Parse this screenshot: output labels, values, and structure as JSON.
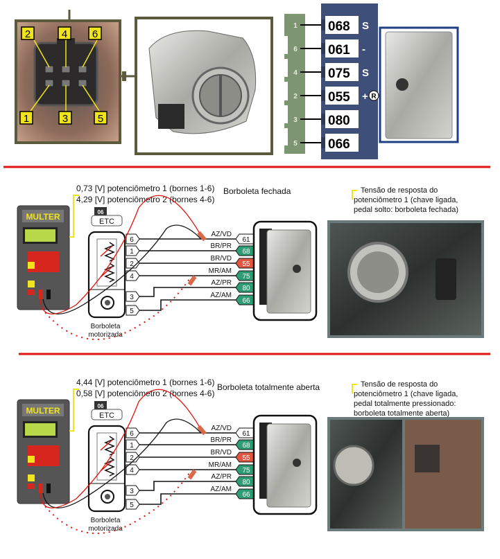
{
  "top": {
    "connector_pins": [
      {
        "label": "2"
      },
      {
        "label": "4"
      },
      {
        "label": "6"
      },
      {
        "label": "1"
      },
      {
        "label": "3"
      },
      {
        "label": "5"
      }
    ],
    "pin_table": [
      {
        "pin": "1",
        "code": "068",
        "sign": "S"
      },
      {
        "pin": "6",
        "code": "061",
        "sign": "-"
      },
      {
        "pin": "4",
        "code": "075",
        "sign": "S"
      },
      {
        "pin": "2",
        "code": "055",
        "sign": "+",
        "badge": "R"
      },
      {
        "pin": "3",
        "code": "080",
        "sign": ""
      },
      {
        "pin": "5",
        "code": "066",
        "sign": ""
      }
    ]
  },
  "sections": [
    {
      "meter_brand": "MULTER",
      "reading_1": "0,73 [V] potenciômetro 1 (bornes 1-6)",
      "reading_2": "4,29 [V] potenciômetro 2 (bornes 4-6)",
      "state": "Borboleta fechada",
      "etc_tab": "06",
      "etc_label": "ETC",
      "component_label_1": "Borboleta",
      "component_label_2": "motorizada",
      "pins": [
        "6",
        "1",
        "2",
        "4",
        "3",
        "5"
      ],
      "wires": [
        {
          "color_code": "AZ/VD",
          "ecu_pin": "61",
          "badge": "#ffffff"
        },
        {
          "color_code": "BR/PR",
          "ecu_pin": "68",
          "badge": "#2e9c74"
        },
        {
          "color_code": "BR/VD",
          "ecu_pin": "55",
          "badge": "#e2553f"
        },
        {
          "color_code": "MR/AM",
          "ecu_pin": "75",
          "badge": "#2e9c74"
        },
        {
          "color_code": "AZ/PR",
          "ecu_pin": "80",
          "badge": "#2e9c74"
        },
        {
          "color_code": "AZ/AM",
          "ecu_pin": "66",
          "badge": "#2e9c74"
        }
      ],
      "caption": [
        "Tensão de resposta do",
        "potenciômetro 1 (chave ligada,",
        "pedal solto: borboleta fechada)"
      ]
    },
    {
      "meter_brand": "MULTER",
      "reading_1": "4,44 [V] potenciômetro 1 (bornes 1-6)",
      "reading_2": "0,58 [V] potenciômetro 2 (bornes 4-6)",
      "state": "Borboleta totalmente aberta",
      "etc_tab": "06",
      "etc_label": "ETC",
      "component_label_1": "Borboleta",
      "component_label_2": "motorizada",
      "pins": [
        "6",
        "1",
        "2",
        "4",
        "3",
        "5"
      ],
      "wires": [
        {
          "color_code": "AZ/VD",
          "ecu_pin": "61",
          "badge": "#ffffff"
        },
        {
          "color_code": "BR/PR",
          "ecu_pin": "68",
          "badge": "#2e9c74"
        },
        {
          "color_code": "BR/VD",
          "ecu_pin": "55",
          "badge": "#e2553f"
        },
        {
          "color_code": "MR/AM",
          "ecu_pin": "75",
          "badge": "#2e9c74"
        },
        {
          "color_code": "AZ/PR",
          "ecu_pin": "80",
          "badge": "#2e9c74"
        },
        {
          "color_code": "AZ/AM",
          "ecu_pin": "66",
          "badge": "#2e9c74"
        }
      ],
      "caption": [
        "Tensão de resposta do",
        "potenciômetro 1 (chave ligada,",
        "pedal totalmente pressionado:",
        "borboleta totalmente aberta)"
      ]
    }
  ]
}
